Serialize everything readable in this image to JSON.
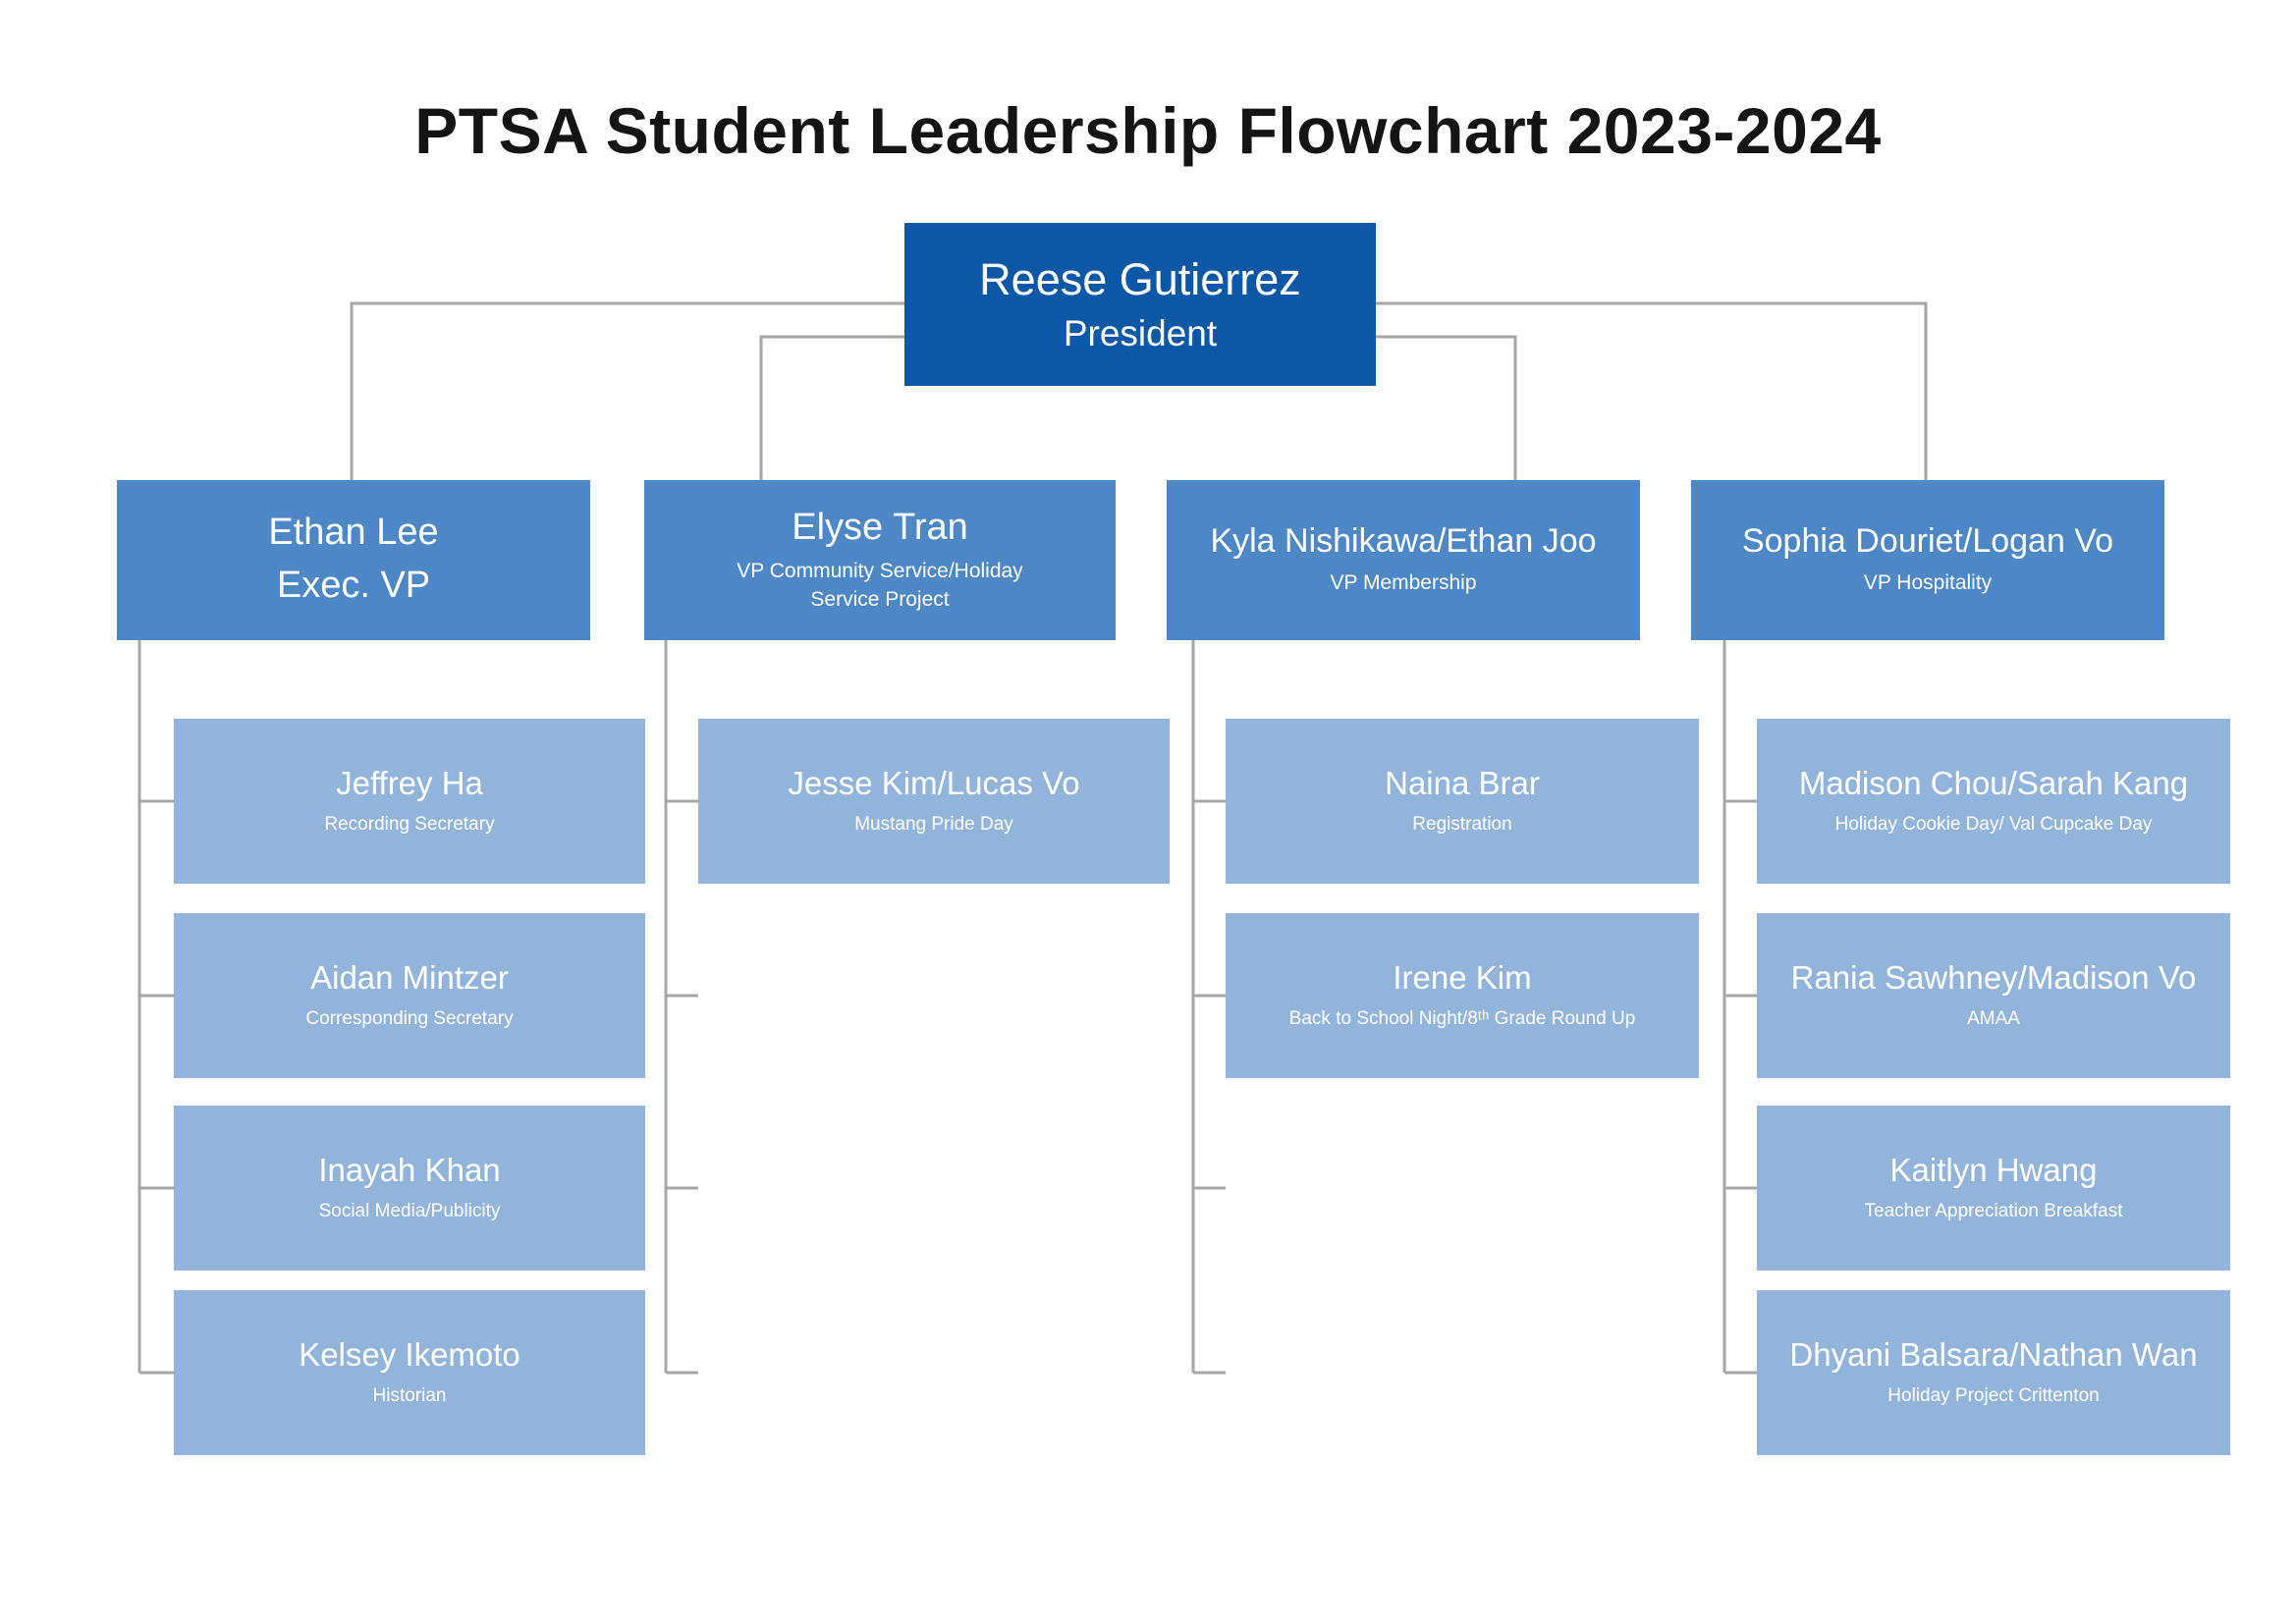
{
  "title": "PTSA Student Leadership Flowchart 2023-2024",
  "colors": {
    "president": "#0d57a7",
    "vp": "#4d87c6",
    "member": "#92b4da",
    "connector": "#a6a6a6"
  },
  "president": {
    "name": "Reese Gutierrez",
    "role": "President"
  },
  "vps": [
    {
      "name": "Ethan Lee",
      "role": "Exec. VP",
      "reports": [
        {
          "name": "Jeffrey Ha",
          "role": "Recording Secretary"
        },
        {
          "name": "Aidan Mintzer",
          "role": "Corresponding Secretary"
        },
        {
          "name": "Inayah Khan",
          "role": "Social Media/Publicity"
        },
        {
          "name": "Kelsey Ikemoto",
          "role": "Historian"
        }
      ]
    },
    {
      "name": "Elyse Tran",
      "role": "VP Community Service/Holiday Service Project",
      "reports": [
        {
          "name": "Jesse Kim/Lucas Vo",
          "role": "Mustang Pride Day"
        }
      ]
    },
    {
      "name": "Kyla Nishikawa/Ethan Joo",
      "role": "VP Membership",
      "reports": [
        {
          "name": "Naina Brar",
          "role": "Registration"
        },
        {
          "name": "Irene Kim",
          "role": "Back to School Night/8ᵗʰ Grade Round Up"
        }
      ]
    },
    {
      "name": "Sophia Douriet/Logan Vo",
      "role": "VP Hospitality",
      "reports": [
        {
          "name": "Madison Chou/Sarah Kang",
          "role": "Holiday Cookie Day/ Val Cupcake Day"
        },
        {
          "name": "Rania Sawhney/Madison Vo",
          "role": "AMAA"
        },
        {
          "name": "Kaitlyn Hwang",
          "role": "Teacher Appreciation Breakfast"
        },
        {
          "name": "Dhyani Balsara/Nathan Wan",
          "role": "Holiday Project Crittenton"
        }
      ]
    }
  ]
}
